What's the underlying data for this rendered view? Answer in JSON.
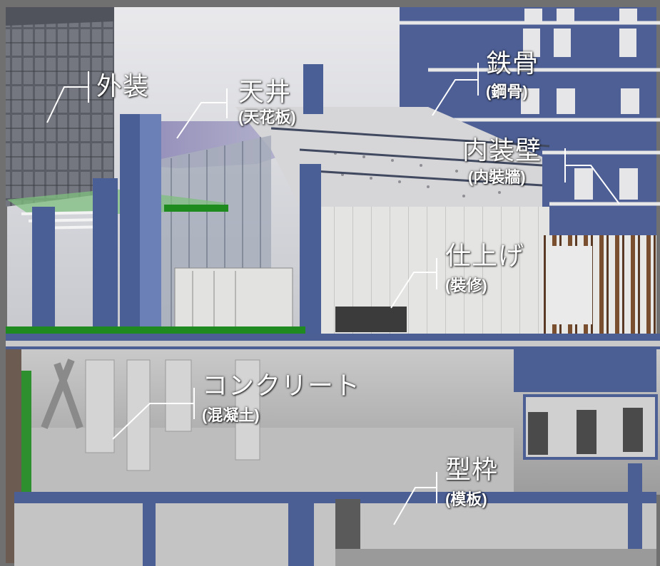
{
  "labels": {
    "exterior": {
      "main": "外装"
    },
    "ceiling": {
      "main": "天井",
      "sub": "(天花板)"
    },
    "steel": {
      "main": "鉄骨",
      "sub": "(鋼骨)"
    },
    "interior_wall": {
      "main": "内装壁",
      "sub": "(内裝牆)"
    },
    "finishing": {
      "main": "仕上げ",
      "sub": "(裝修)"
    },
    "concrete": {
      "main": "コンクリート",
      "sub": "(混凝土)"
    },
    "formwork": {
      "main": "型枠",
      "sub": "(模板)"
    }
  },
  "colors": {
    "frame": "#6e6e6e",
    "steel_blue": "#4a5f94",
    "slab_grey": "#cfcfcf",
    "floor_green": "#1f8a1f",
    "leader_white": "#ffffff"
  }
}
